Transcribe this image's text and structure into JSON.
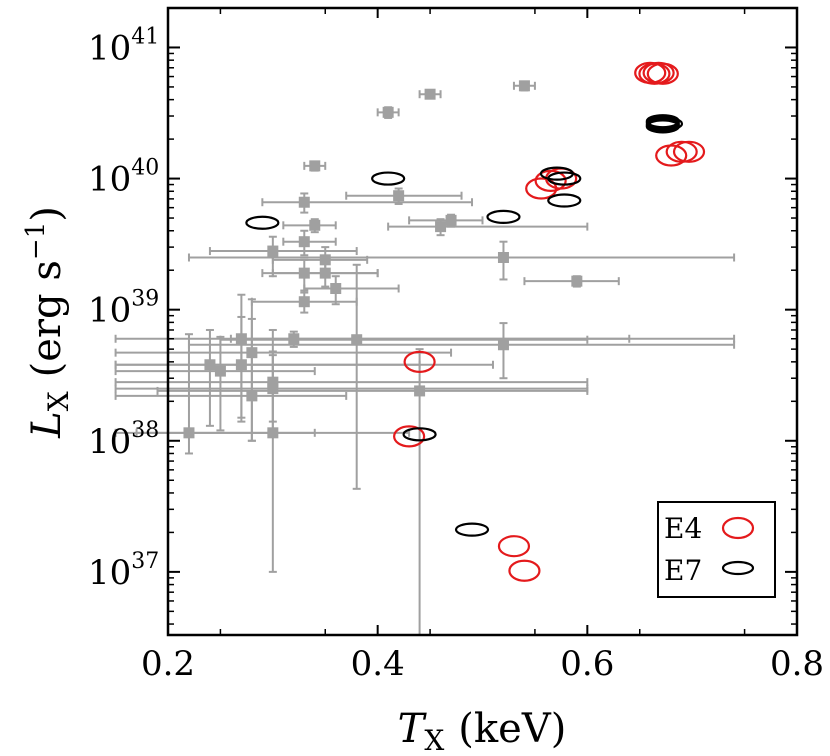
{
  "chart_data": {
    "type": "scatter",
    "title": "",
    "xlabel": {
      "symbol": "T",
      "subscript": "X",
      "unit": "(keV)"
    },
    "ylabel": {
      "symbol": "L",
      "subscript": "X",
      "unit_open": "(erg s",
      "unit_exp": "−1",
      "unit_close": ")"
    },
    "xlim": [
      0.2,
      0.8
    ],
    "ylim": [
      3.3e+36,
      2e+41
    ],
    "yscale": "log",
    "x_ticks": [
      0.2,
      0.4,
      0.6,
      0.8
    ],
    "x_tick_labels": [
      "0.2",
      "0.4",
      "0.6",
      "0.8"
    ],
    "y_ticks": [
      1e+37,
      1e+38,
      1e+39,
      1e+40,
      1e+41
    ],
    "y_tick_labels": [
      {
        "base": "10",
        "exp": "37"
      },
      {
        "base": "10",
        "exp": "38"
      },
      {
        "base": "10",
        "exp": "39"
      },
      {
        "base": "10",
        "exp": "40"
      },
      {
        "base": "10",
        "exp": "41"
      }
    ],
    "grid": false,
    "legend_position": "bottom-right",
    "legend": [
      {
        "label": "E4",
        "color": "#e41a1c",
        "marker": "open-ellipse"
      },
      {
        "label": "E7",
        "color": "#000000",
        "marker": "open-ellipse"
      }
    ],
    "comparison_points": {
      "color": "#a0a0a0",
      "marker": "square-with-errorbars",
      "points": [
        {
          "x": 0.22,
          "y": 1.15e+38,
          "xerr": [
            0.17,
            0.34
          ],
          "yerr": [
            8e+37,
            6.5e+38
          ]
        },
        {
          "x": 0.24,
          "y": 3.8e+38,
          "xerr": [
            0.15,
            0.51
          ],
          "yerr": [
            1.3e+38,
            7e+38
          ]
        },
        {
          "x": 0.25,
          "y": 3.4e+38,
          "xerr": [
            0.15,
            0.34
          ],
          "yerr": [
            1.2e+38,
            6.2e+38
          ]
        },
        {
          "x": 0.27,
          "y": 6e+38,
          "xerr": [
            0.15,
            0.64
          ],
          "yerr": [
            1.4e+38,
            1.3e+39
          ]
        },
        {
          "x": 0.27,
          "y": 3.8e+38,
          "xerr": [
            0.15,
            0.44
          ],
          "yerr": [
            1.5e+38,
            8.8e+38
          ]
        },
        {
          "x": 0.28,
          "y": 4.7e+38,
          "xerr": [
            0.15,
            0.47
          ],
          "yerr": [
            1e+38,
            1.2e+39
          ]
        },
        {
          "x": 0.28,
          "y": 2.2e+38,
          "xerr": [
            0.15,
            0.37
          ],
          "yerr": [
            1e+38,
            8.5e+38
          ]
        },
        {
          "x": 0.3,
          "y": 1.15e+38,
          "xerr": [
            0.15,
            0.43
          ],
          "yerr": [
            1e+37,
            7e+38
          ]
        },
        {
          "x": 0.3,
          "y": 2.5e+38,
          "xerr": [
            0.15,
            0.6
          ],
          "yerr": [
            1.2e+38,
            4.8e+38
          ]
        },
        {
          "x": 0.3,
          "y": 2.8e+38,
          "xerr": [
            0.15,
            0.6
          ],
          "yerr": [
            1.4e+38,
            4.5e+38
          ]
        },
        {
          "x": 0.3,
          "y": 2.8e+39,
          "xerr": [
            0.24,
            0.38
          ],
          "yerr": [
            1.8e+39,
            3.6e+39
          ]
        },
        {
          "x": 0.32,
          "y": 6e+38,
          "xerr": [
            0.26,
            0.74
          ],
          "yerr": [
            5.2e+38,
            6.8e+38
          ]
        },
        {
          "x": 0.33,
          "y": 1.15e+39,
          "xerr": [
            0.28,
            0.38
          ],
          "yerr": [
            9.5e+38,
            1.35e+39
          ]
        },
        {
          "x": 0.33,
          "y": 1.9e+39,
          "xerr": [
            0.29,
            0.4
          ],
          "yerr": [
            1.4e+39,
            2.4e+39
          ]
        },
        {
          "x": 0.33,
          "y": 3.3e+39,
          "xerr": [
            0.31,
            0.36
          ],
          "yerr": [
            2.6e+39,
            4e+39
          ]
        },
        {
          "x": 0.33,
          "y": 6.6e+39,
          "xerr": [
            0.29,
            0.49
          ],
          "yerr": [
            5.5e+39,
            7.7e+39
          ]
        },
        {
          "x": 0.34,
          "y": 4.4e+39,
          "xerr": [
            0.31,
            0.36
          ],
          "yerr": [
            3.9e+39,
            4.9e+39
          ]
        },
        {
          "x": 0.34,
          "y": 1.25e+40,
          "xerr": [
            0.33,
            0.35
          ],
          "yerr": [
            1.15e+40,
            1.35e+40
          ]
        },
        {
          "x": 0.35,
          "y": 2.4e+39,
          "xerr": [
            0.3,
            0.39
          ],
          "yerr": [
            1.8e+39,
            3e+39
          ]
        },
        {
          "x": 0.35,
          "y": 1.9e+39,
          "xerr": [
            0.3,
            0.4
          ],
          "yerr": [
            1.5e+39,
            2.3e+39
          ]
        },
        {
          "x": 0.36,
          "y": 1.45e+39,
          "xerr": [
            0.33,
            0.42
          ],
          "yerr": [
            1.1e+39,
            1.8e+39
          ]
        },
        {
          "x": 0.38,
          "y": 5.9e+38,
          "xerr": [
            0.25,
            0.6
          ],
          "yerr": [
            4.3e+37,
            2.2e+39
          ]
        },
        {
          "x": 0.41,
          "y": 3.2e+40,
          "xerr": [
            0.4,
            0.42
          ],
          "yerr": [
            2.9e+40,
            3.5e+40
          ]
        },
        {
          "x": 0.42,
          "y": 7.4e+39,
          "xerr": [
            0.37,
            0.48
          ],
          "yerr": [
            6.4e+39,
            8.4e+39
          ]
        },
        {
          "x": 0.44,
          "y": 2.4e+38,
          "xerr": [
            0.19,
            0.6
          ],
          "yerr": [
            3.3e+36,
            5e+38
          ]
        },
        {
          "x": 0.45,
          "y": 4.4e+40,
          "xerr": [
            0.44,
            0.46
          ],
          "yerr": [
            4.1e+40,
            4.7e+40
          ]
        },
        {
          "x": 0.46,
          "y": 4.3e+39,
          "xerr": [
            0.41,
            0.6
          ],
          "yerr": [
            3.7e+39,
            4.9e+39
          ]
        },
        {
          "x": 0.47,
          "y": 4.8e+39,
          "xerr": [
            0.43,
            0.5
          ],
          "yerr": [
            4.3e+39,
            5.3e+39
          ]
        },
        {
          "x": 0.52,
          "y": 2.5e+39,
          "xerr": [
            0.22,
            0.74
          ],
          "yerr": [
            1.7e+39,
            3.3e+39
          ]
        },
        {
          "x": 0.52,
          "y": 5.4e+38,
          "xerr": [
            0.22,
            0.74
          ],
          "yerr": [
            3e+38,
            7.9e+38
          ]
        },
        {
          "x": 0.54,
          "y": 5.1e+40,
          "xerr": [
            0.53,
            0.55
          ],
          "yerr": [
            4.7e+40,
            5.5e+40
          ]
        },
        {
          "x": 0.59,
          "y": 1.65e+39,
          "xerr": [
            0.54,
            0.63
          ],
          "yerr": [
            1.5e+39,
            1.8e+39
          ]
        }
      ]
    },
    "series": [
      {
        "name": "E4",
        "color": "#e41a1c",
        "points": [
          {
            "x": 0.66,
            "y": 6.4e+40
          },
          {
            "x": 0.664,
            "y": 6.3e+40
          },
          {
            "x": 0.668,
            "y": 6.4e+40
          },
          {
            "x": 0.672,
            "y": 6.3e+40
          },
          {
            "x": 0.68,
            "y": 1.5e+40
          },
          {
            "x": 0.69,
            "y": 1.6e+40
          },
          {
            "x": 0.697,
            "y": 1.6e+40
          },
          {
            "x": 0.556,
            "y": 8.4e+39
          },
          {
            "x": 0.565,
            "y": 9.6e+39
          },
          {
            "x": 0.575,
            "y": 1e+40
          },
          {
            "x": 0.44,
            "y": 4e+38
          },
          {
            "x": 0.43,
            "y": 1.08e+38
          },
          {
            "x": 0.53,
            "y": 1.57e+37
          },
          {
            "x": 0.54,
            "y": 1.02e+37
          }
        ]
      },
      {
        "name": "E7",
        "color": "#000000",
        "points": [
          {
            "x": 0.672,
            "y": 2.5e+40
          },
          {
            "x": 0.672,
            "y": 2.58e+40
          },
          {
            "x": 0.672,
            "y": 2.66e+40
          },
          {
            "x": 0.672,
            "y": 2.74e+40
          },
          {
            "x": 0.675,
            "y": 2.62e+40
          },
          {
            "x": 0.571,
            "y": 1.09e+40
          },
          {
            "x": 0.578,
            "y": 1e+40
          },
          {
            "x": 0.578,
            "y": 6.8e+39
          },
          {
            "x": 0.41,
            "y": 1e+40
          },
          {
            "x": 0.52,
            "y": 5.1e+39
          },
          {
            "x": 0.29,
            "y": 4.6e+39
          },
          {
            "x": 0.44,
            "y": 1.12e+38
          },
          {
            "x": 0.49,
            "y": 2.1e+37
          }
        ]
      }
    ]
  }
}
